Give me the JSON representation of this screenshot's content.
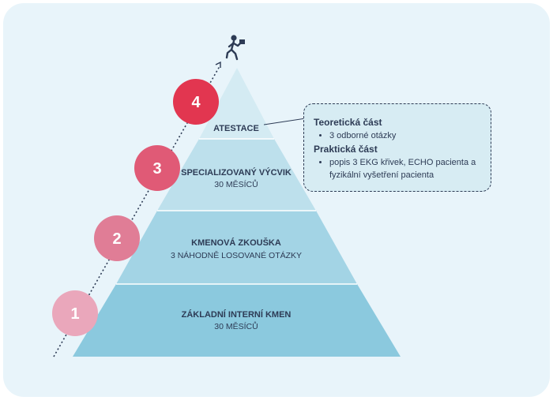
{
  "pyramid": {
    "levels": [
      {
        "number": "1",
        "title": "ZÁKLADNÍ INTERNÍ KMEN",
        "subtitle": "30 MĚSÍCŮ"
      },
      {
        "number": "2",
        "title": "KMENOVÁ ZKOUŠKA",
        "subtitle": "3 NÁHODNĚ LOSOVANÉ OTÁZKY"
      },
      {
        "number": "3",
        "title": "SPECIALIZOVANÝ VÝCVIK",
        "subtitle": "30 MĚSÍCŮ"
      },
      {
        "number": "4",
        "title": "ATESTACE",
        "subtitle": ""
      }
    ]
  },
  "callout": {
    "theory_heading": "Teoretická část",
    "theory_items": [
      "3 odborné otázky"
    ],
    "practical_heading": "Praktická část",
    "practical_items": [
      "popis 3 EKG křivek, ECHO pacienta a fyzikální vyšetření pacienta"
    ]
  },
  "colors": {
    "background_panel": "#e8f4fa",
    "tier_1": "#8bc9de",
    "tier_2": "#a3d4e5",
    "tier_3": "#bde0ec",
    "tier_4": "#d4ebf3",
    "badge_1": "#eaa7bb",
    "badge_2": "#e07d96",
    "badge_3": "#e05a76",
    "badge_4": "#e23650",
    "text": "#2d3b55"
  },
  "icons": {
    "top": "running-person-with-briefcase-icon"
  }
}
